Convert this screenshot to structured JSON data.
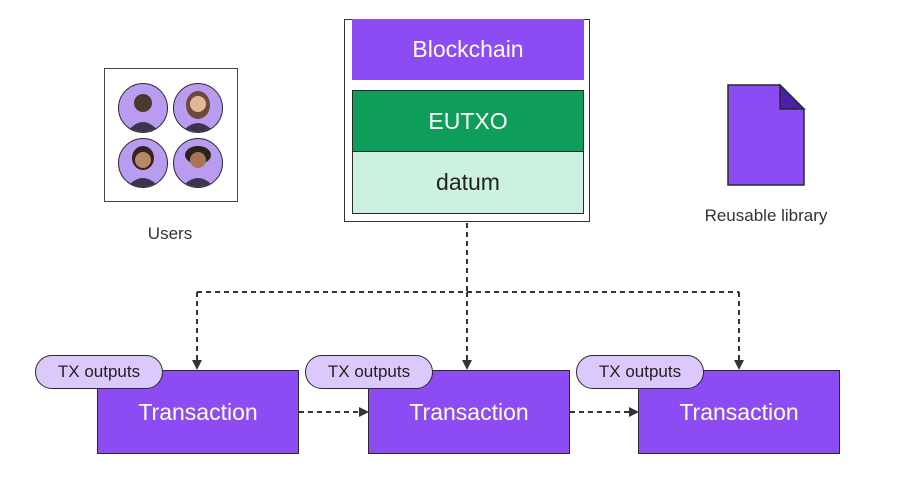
{
  "blockchain": {
    "title": "Blockchain",
    "layers": [
      "EUTXO",
      "datum"
    ]
  },
  "users": {
    "label": "Users",
    "avatar_count": 4
  },
  "library": {
    "label": "Reusable library"
  },
  "transactions": [
    {
      "label": "Transaction",
      "outputs_label": "TX outputs"
    },
    {
      "label": "Transaction",
      "outputs_label": "TX outputs"
    },
    {
      "label": "Transaction",
      "outputs_label": "TX outputs"
    }
  ],
  "colors": {
    "purple": "#8d4cf3",
    "light_purple": "#dcc9fb",
    "green": "#0f9d5a",
    "light_green": "#cdf1e1",
    "line": "#333333"
  }
}
